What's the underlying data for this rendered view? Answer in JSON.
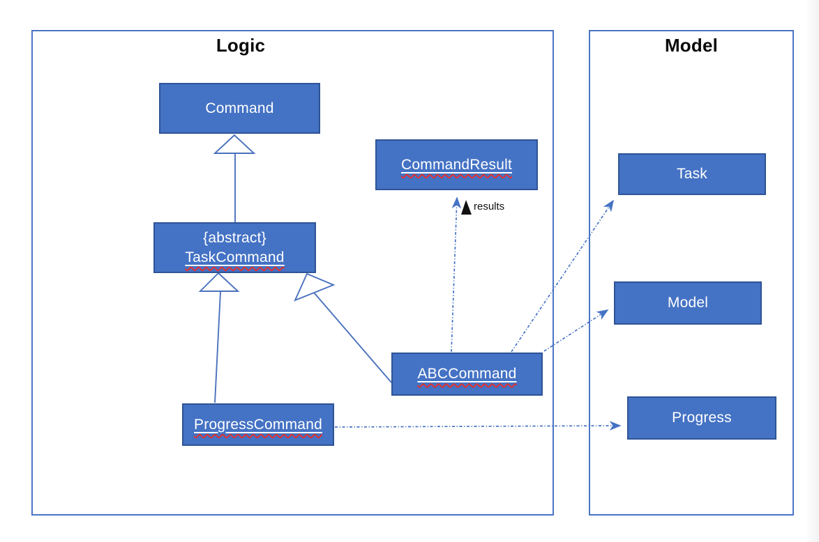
{
  "containers": {
    "logic": {
      "title": "Logic"
    },
    "model": {
      "title": "Model"
    }
  },
  "boxes": {
    "command": {
      "label": "Command"
    },
    "command_result": {
      "label": "CommandResult"
    },
    "task_command": {
      "stereotype": "{abstract}",
      "label": "TaskCommand"
    },
    "abc_command": {
      "label": "ABCCommand"
    },
    "progress_command": {
      "label": "ProgressCommand"
    },
    "task": {
      "label": "Task"
    },
    "model": {
      "label": "Model"
    },
    "progress": {
      "label": "Progress"
    }
  },
  "connectors": {
    "results_label": "results",
    "relations": [
      {
        "from": "TaskCommand",
        "to": "Command",
        "type": "inheritance"
      },
      {
        "from": "ProgressCommand",
        "to": "TaskCommand",
        "type": "inheritance"
      },
      {
        "from": "ABCCommand",
        "to": "TaskCommand",
        "type": "inheritance"
      },
      {
        "from": "ABCCommand",
        "to": "CommandResult",
        "type": "dashed-dependency",
        "label": "results"
      },
      {
        "from": "ABCCommand",
        "to": "Task",
        "type": "dashed-dependency"
      },
      {
        "from": "ABCCommand",
        "to": "Model",
        "type": "dashed-dependency"
      },
      {
        "from": "ProgressCommand",
        "to": "Progress",
        "type": "dashed-dependency"
      }
    ]
  },
  "colors": {
    "box_fill": "#4472C4",
    "box_border": "#2F5496",
    "container_border": "#4A74C4",
    "connector_blue": "#4472C4",
    "spellcheck_wavy": "#E03131",
    "box_text": "#FFFFFF",
    "title_text": "#0A0A0A",
    "results_marker": "#111111"
  }
}
